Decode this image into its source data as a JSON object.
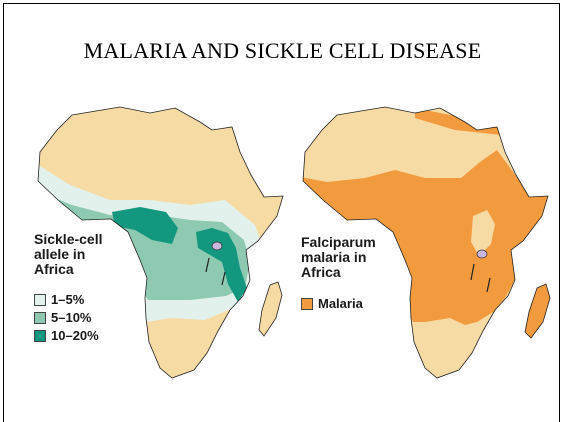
{
  "slide": {
    "title": "MALARIA AND SICKLE CELL DISEASE"
  },
  "left_map": {
    "heading_lines": [
      "Sickle-cell",
      "allele in",
      "Africa"
    ],
    "legend": [
      {
        "label": "1–5%",
        "color": "#e3f1ec"
      },
      {
        "label": "5–10%",
        "color": "#8ec9b2"
      },
      {
        "label": "10–20%",
        "color": "#13977e"
      }
    ]
  },
  "right_map": {
    "heading_lines": [
      "Falciparum",
      "malaria in",
      "Africa"
    ],
    "legend": [
      {
        "label": "Malaria",
        "color": "#f19a3e"
      }
    ]
  },
  "colors": {
    "land": "#f7dba4",
    "outline": "#222222",
    "lake": "#c9b7de"
  }
}
